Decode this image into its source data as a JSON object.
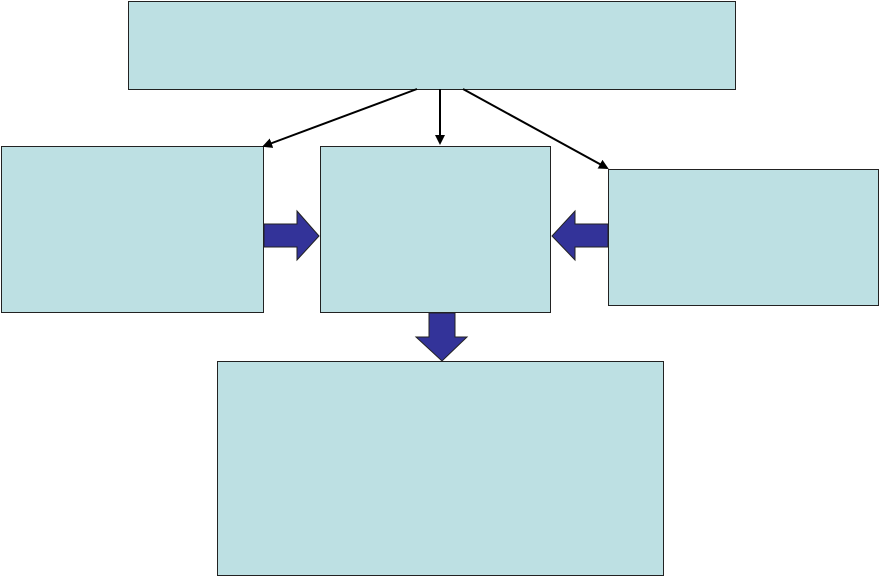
{
  "diagram": {
    "colors": {
      "box_fill": "#bde0e3",
      "box_border": "#222222",
      "thin_arrow": "#000000",
      "block_arrow_fill": "#333399",
      "block_arrow_border": "#222222",
      "background": "#ffffff"
    },
    "boxes": [
      {
        "id": "top",
        "text": ""
      },
      {
        "id": "left",
        "text": ""
      },
      {
        "id": "center",
        "text": ""
      },
      {
        "id": "right",
        "text": ""
      },
      {
        "id": "bottom",
        "text": ""
      }
    ],
    "thin_arrows": [
      {
        "from": "top",
        "to": "left"
      },
      {
        "from": "top",
        "to": "center"
      },
      {
        "from": "top",
        "to": "right"
      }
    ],
    "block_arrows": [
      {
        "from": "left",
        "to": "center",
        "direction": "right"
      },
      {
        "from": "right",
        "to": "center",
        "direction": "left"
      },
      {
        "from": "center",
        "to": "bottom",
        "direction": "down"
      }
    ]
  }
}
